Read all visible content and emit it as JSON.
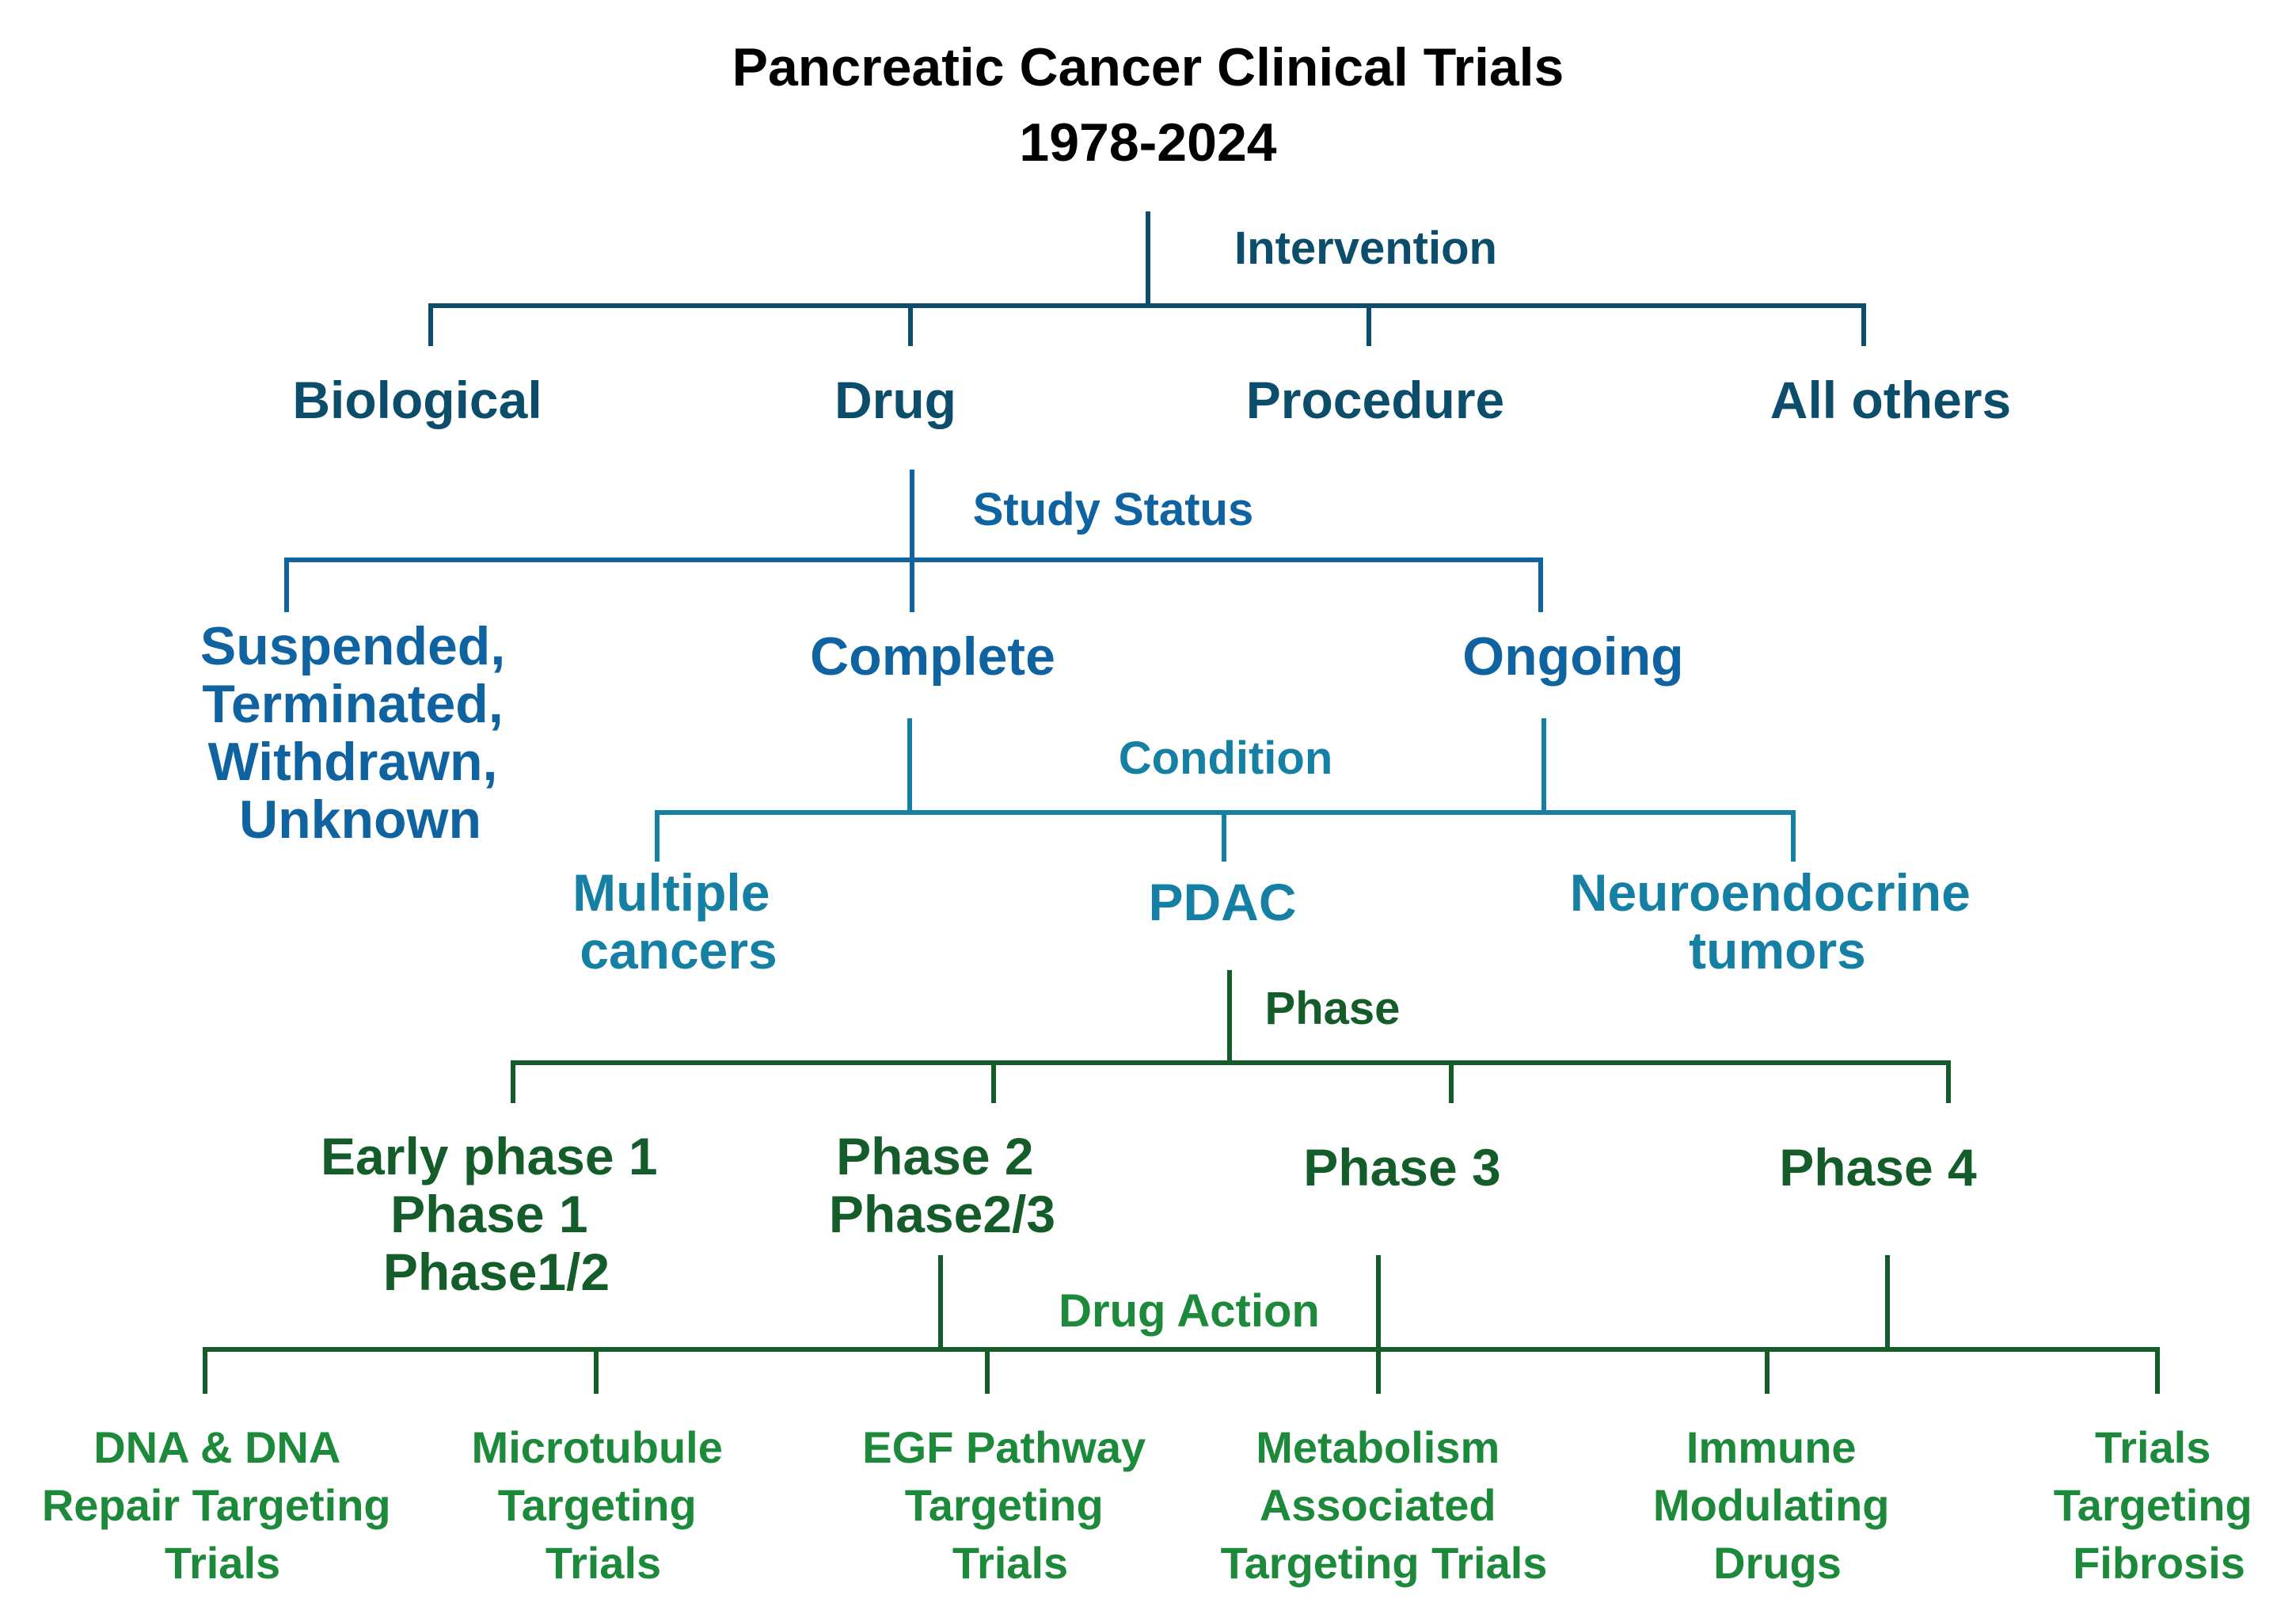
{
  "title": {
    "line1": "Pancreatic Cancer Clinical Trials",
    "line2": "1978-2024"
  },
  "colors": {
    "intervention": "#0b4d6a",
    "study_status": "#0f63a0",
    "condition": "#1580a3",
    "phase": "#145d2b",
    "drug_action": "#1d8a3b"
  },
  "intervention": {
    "label": "Intervention",
    "items": [
      "Biological",
      "Drug",
      "Procedure",
      "All others"
    ]
  },
  "study_status": {
    "label": "Study Status",
    "items": [
      {
        "lines": [
          "Suspended,",
          "Terminated,",
          "Withdrawn,",
          "Unknown"
        ]
      },
      {
        "lines": [
          "Complete"
        ]
      },
      {
        "lines": [
          "Ongoing"
        ]
      }
    ]
  },
  "condition": {
    "label": "Condition",
    "items": [
      {
        "lines": [
          "Multiple",
          "cancers"
        ]
      },
      {
        "lines": [
          "PDAC"
        ]
      },
      {
        "lines": [
          "Neuroendocrine",
          "tumors"
        ]
      }
    ]
  },
  "phase": {
    "label": "Phase",
    "items": [
      {
        "lines": [
          "Early phase 1",
          "Phase 1",
          "Phase1/2"
        ]
      },
      {
        "lines": [
          "Phase 2",
          "Phase2/3"
        ]
      },
      {
        "lines": [
          "Phase 3"
        ]
      },
      {
        "lines": [
          "Phase 4"
        ]
      }
    ]
  },
  "drug_action": {
    "label": "Drug Action",
    "items": [
      {
        "lines": [
          "DNA & DNA",
          "Repair Targeting",
          "Trials"
        ]
      },
      {
        "lines": [
          "Microtubule",
          "Targeting",
          "Trials"
        ]
      },
      {
        "lines": [
          "EGF Pathway",
          "Targeting",
          "Trials"
        ]
      },
      {
        "lines": [
          "Metabolism",
          "Associated",
          "Targeting Trials"
        ]
      },
      {
        "lines": [
          "Immune",
          "Modulating",
          "Drugs"
        ]
      },
      {
        "lines": [
          "Trials",
          "Targeting",
          "Fibrosis"
        ]
      }
    ]
  }
}
